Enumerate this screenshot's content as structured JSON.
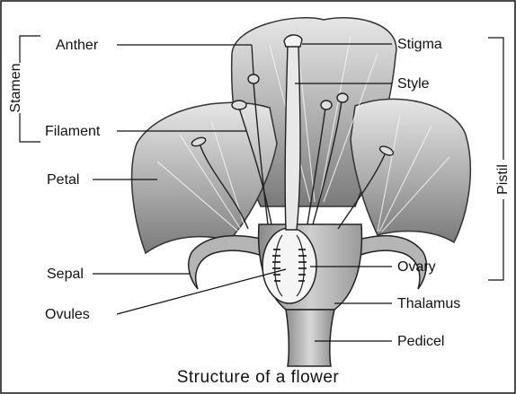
{
  "labels": {
    "anther": "Anther",
    "filament": "Filament",
    "petal": "Petal",
    "sepal": "Sepal",
    "ovules": "Ovules",
    "stigma": "Stigma",
    "style": "Style",
    "ovary": "Ovary",
    "thalamus": "Thalamus",
    "pedicel": "Pedicel"
  },
  "groups": {
    "stamen": "Stamen",
    "pistil": "Pistil"
  },
  "caption": "Structure of a flower",
  "colors": {
    "petal_dark": "#6f6f6f",
    "petal_light": "#d9d9d9",
    "outline": "#222222",
    "line": "#111111"
  }
}
